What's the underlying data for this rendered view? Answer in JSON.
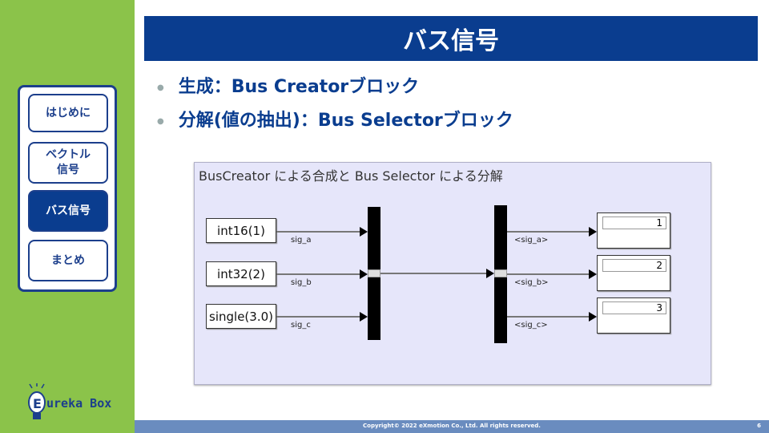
{
  "title": "バス信号",
  "nav": [
    "はじめに",
    "ベクトル\n信号",
    "バス信号",
    "まとめ"
  ],
  "active_nav": 2,
  "bullets": [
    "生成：Bus Creatorブロック",
    "分解(値の抽出)：Bus Selectorブロック"
  ],
  "diagram": {
    "title": "BusCreator による合成と Bus Selector による分解",
    "sources": [
      "int16(1)",
      "int32(2)",
      "single(3.0)"
    ],
    "in_labels": [
      "sig_a",
      "sig_b",
      "sig_c"
    ],
    "out_labels": [
      "<sig_a>",
      "<sig_b>",
      "<sig_c>"
    ],
    "displays": [
      "1",
      "2",
      "3"
    ]
  },
  "logo": "Eureka Box",
  "footer": {
    "copyright": "Copyright© 2022 eXmotion Co., Ltd. All rights reserved.",
    "page": "6"
  }
}
